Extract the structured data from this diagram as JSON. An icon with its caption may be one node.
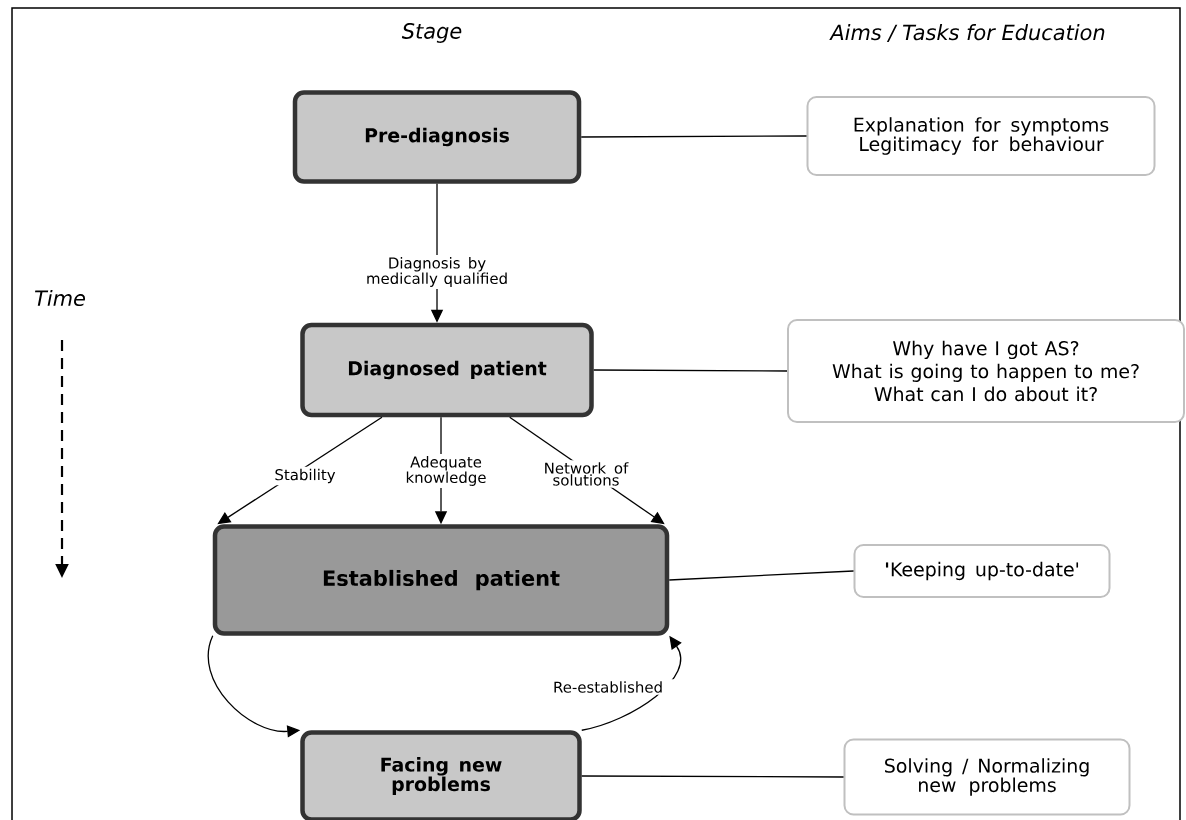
{
  "diagram": {
    "nodes": [
      {
        "text": [
          "Pre-diagnosis"
        ]
      },
      {
        "text": [
          "Explanation for symptoms Legitimacy for behaviour"
        ]
      },
      {
        "text": [
          "Diagnosed patient"
        ]
      },
      {
        "text": [
          "Why have I got AS? What is going to happen to me? What can I do about it?"
        ]
      },
      {
        "text": [
          "Established patient"
        ]
      },
      {
        "text": [
          "**'**Keeping up-to-date'"
        ]
      },
      {
        "text": [
          "Facing new problems"
        ]
      },
      {
        "text": [
          "Solving / Normalizing new problems"
        ]
      }
    ],
    "edges": [
      {
        "from": 0,
        "to": 1,
        "arrow": "none"
      },
      {
        "from": 0,
        "to": 2,
        "arrow": "to",
        "label": "Diagnosis by medically qualified"
      },
      {
        "from": 2,
        "to": 3,
        "arrow": "none"
      },
      {
        "from": 2,
        "to": 4,
        "arrow": "to",
        "label": "Stability"
      },
      {
        "from": 2,
        "to": 4,
        "arrow": "to",
        "label": "Adequate knowledge"
      },
      {
        "from": 2,
        "to": 4,
        "arrow": "to",
        "label": "Network of solutions"
      },
      {
        "from": 4,
        "to": 5,
        "arrow": "none"
      },
      {
        "from": 4,
        "to": 6,
        "arrow": "to"
      },
      {
        "from": 6,
        "to": 4,
        "arrow": "to",
        "label": "Re-established"
      },
      {
        "from": 6,
        "to": 7,
        "arrow": "none"
      }
    ],
    "labels": [
      "Stage",
      "Aims / Tasks for Education",
      "Time"
    ]
  }
}
